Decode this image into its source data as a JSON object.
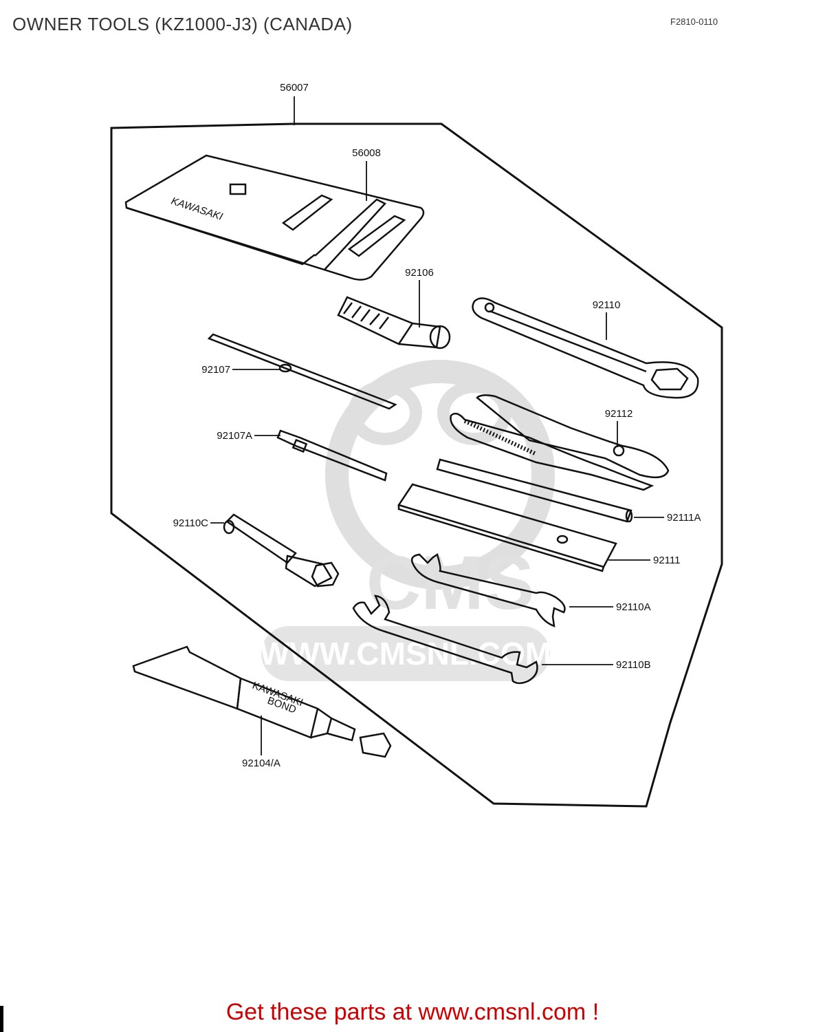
{
  "page": {
    "title": "OWNER TOOLS (KZ1000-J3) (CANADA)",
    "ref_code": "F2810-0110",
    "footer_text": "Get these parts at www.cmsnl.com !"
  },
  "parts": {
    "tool_kit": "56007",
    "tool_bag": "56008",
    "bag_brand": "KAWASAKI",
    "screwdriver_handle": "92106",
    "ring_wrench": "92110",
    "screwdriver": "92107",
    "screwdriver_a": "92107A",
    "pliers": "92112",
    "bar": "92111A",
    "box_socket": "92110C",
    "flat_bar": "92111",
    "wrench_a": "92110A",
    "wrench_b": "92110B",
    "bond": "92104/A",
    "bond_label_1": "KAWASAKI",
    "bond_label_2": "BOND"
  },
  "watermark": {
    "brand": "CMS",
    "url": "WWW.CMSNL.COM"
  },
  "colors": {
    "footer": "#cc0000",
    "lines": "#111111",
    "watermark": "#d9d9d9"
  }
}
